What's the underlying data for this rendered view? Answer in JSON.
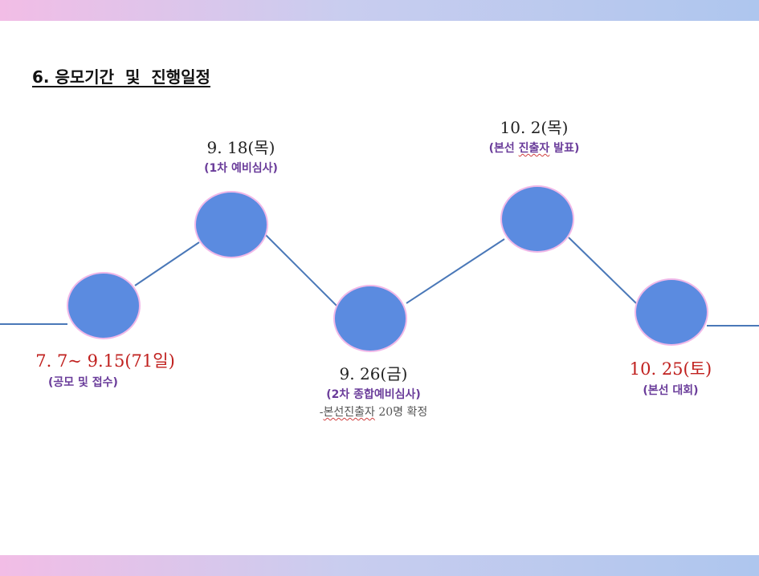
{
  "heading": "6. 응모기간  및  진행일정",
  "milestones": [
    {
      "date": "7. 7~ 9.15(71일)",
      "desc": "(공모 및 접수)"
    },
    {
      "date": "9. 18(목)",
      "desc": "(1차 예비심사)"
    },
    {
      "date": "9. 26(금)",
      "desc": "(2차 종합예비심사)",
      "note_prefix": "-",
      "note_underlined": "본선진출자",
      "note_suffix": " 20명 확정"
    },
    {
      "date": "10. 2(목)",
      "desc_underlined_part": "(본선 ",
      "desc_squiggle": "진출자",
      "desc_tail": " 발표)"
    },
    {
      "date": "10. 25(토)",
      "desc": "(본선 대회)"
    }
  ],
  "colors": {
    "node_fill": "#5b8be0",
    "node_stroke": "#f0b8e8",
    "line": "#4a78b8",
    "date_red": "#c0201e",
    "desc_purple": "#6a3c9a"
  }
}
